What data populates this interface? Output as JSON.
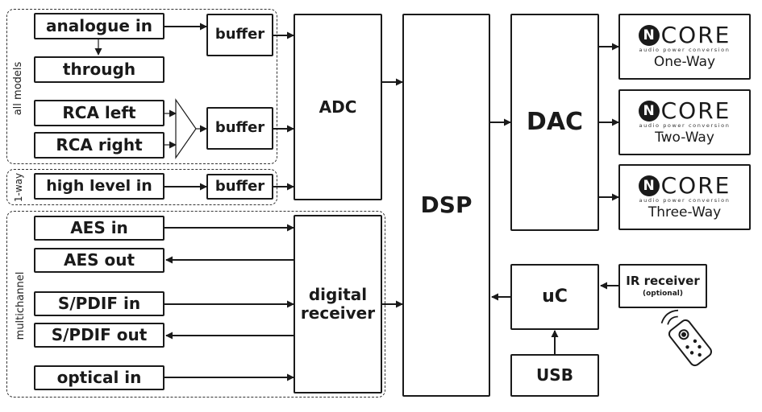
{
  "groups": {
    "all_models_label": "all models",
    "one_way_label": "1-way",
    "multichannel_label": "multichannel"
  },
  "inputs": {
    "analogue_in": "analogue in",
    "through": "through",
    "rca_left": "RCA left",
    "rca_right": "RCA right",
    "high_level_in": "high level in",
    "aes_in": "AES in",
    "aes_out": "AES out",
    "spdif_in": "S/PDIF in",
    "spdif_out": "S/PDIF out",
    "optical_in": "optical in"
  },
  "blocks": {
    "buffer_1": "buffer",
    "buffer_2": "buffer",
    "buffer_3": "buffer",
    "adc": "ADC",
    "digital_receiver_line1": "digital",
    "digital_receiver_line2": "receiver",
    "dsp": "DSP",
    "dac": "DAC",
    "uc": "uC",
    "usb": "USB",
    "ir_receiver": "IR receiver",
    "ir_optional": "(optional)"
  },
  "ncore": {
    "logo_letter": "N",
    "logo_word": "CORE",
    "tagline": "audio power conversion",
    "models": [
      "One-Way",
      "Two-Way",
      "Three-Way"
    ]
  },
  "colors": {
    "stroke": "#1a1a1a",
    "background": "#ffffff"
  },
  "icons": [
    "remote-control-icon",
    "summing-amplifier-icon"
  ]
}
